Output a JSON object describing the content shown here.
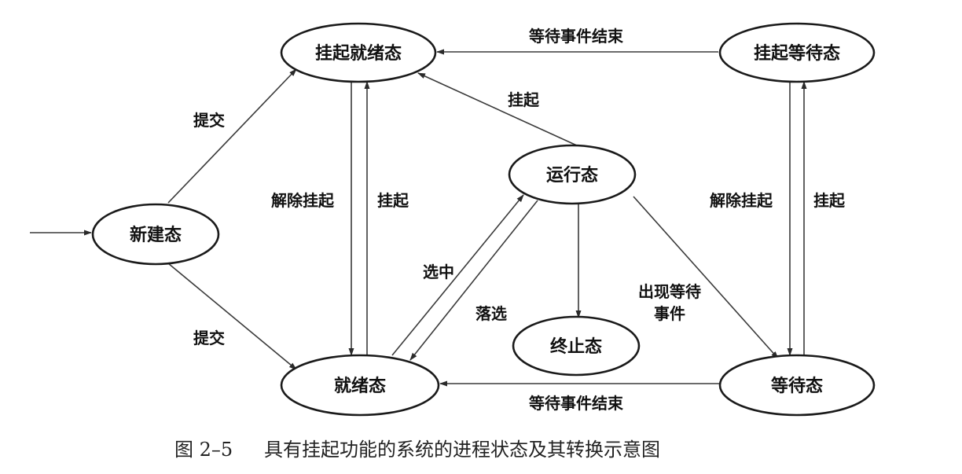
{
  "states": {
    "suspended_ready": "挂起就绪态",
    "suspended_blocked": "挂起等待态",
    "running": "运行态",
    "new": "新建态",
    "terminated": "终止态",
    "ready": "就绪态",
    "blocked": "等待态"
  },
  "transitions": {
    "submit_to_suspended_ready": "提交",
    "submit_to_ready": "提交",
    "release_suspend_left": "解除挂起",
    "suspend_left": "挂起",
    "suspend_from_running": "挂起",
    "dispatch": "选中",
    "preempt": "落选",
    "wait_event": [
      "出现等待",
      "事件"
    ],
    "release_suspend_right": "解除挂起",
    "suspend_right": "挂起",
    "event_done_top": "等待事件结束",
    "event_done_bottom": "等待事件结束"
  },
  "caption": {
    "figure_number": "图 2–5",
    "title": "具有挂起功能的系统的进程状态及其转换示意图"
  },
  "colors": {
    "stroke": "#1a1a1a",
    "edge": "#3a3a3a",
    "background": "#ffffff"
  }
}
